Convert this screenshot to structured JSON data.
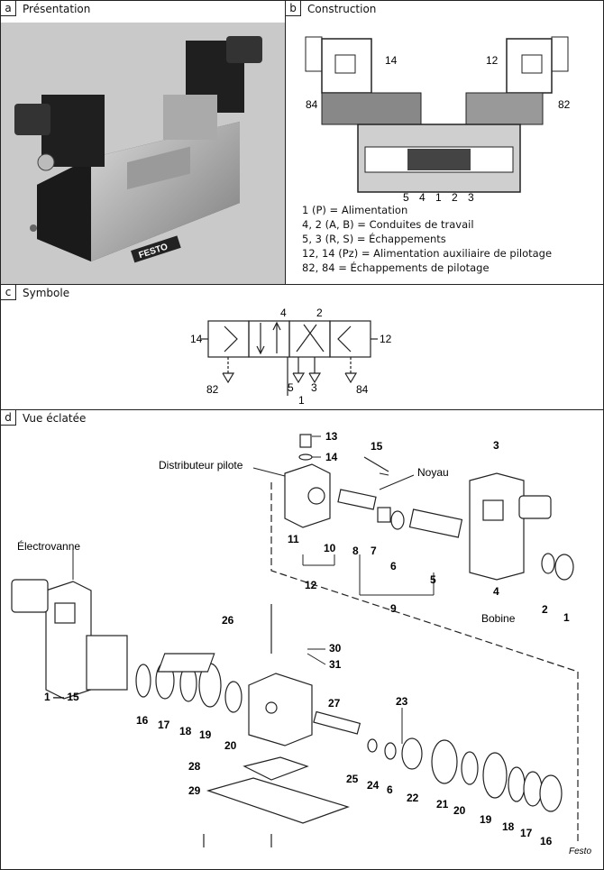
{
  "panels": {
    "a": {
      "tag": "a",
      "title": "Présentation",
      "brand": "FESTO"
    },
    "b": {
      "tag": "b",
      "title": "Construction",
      "port_labels": {
        "p14": "14",
        "p12": "12",
        "p84": "84",
        "p82": "82",
        "bottom": [
          "5",
          "4",
          "1",
          "2",
          "3"
        ]
      },
      "legend": [
        "1 (P) = Alimentation",
        "4, 2 (A, B) = Conduites de travail",
        "5, 3 (R, S) = Échappements",
        "12, 14 (Pz) = Alimentation auxiliaire de pilotage",
        "82, 84 = Échappements de pilotage"
      ]
    },
    "c": {
      "tag": "c",
      "title": "Symbole",
      "labels": {
        "p14": "14",
        "p12": "12",
        "p4": "4",
        "p2": "2",
        "p82": "82",
        "p84": "84",
        "p5": "5",
        "p3": "3",
        "p1": "1"
      }
    },
    "d": {
      "tag": "d",
      "title": "Vue éclatée",
      "callouts": {
        "distributeur_pilote": "Distributeur pilote",
        "noyau": "Noyau",
        "electrovanne": "Électrovanne",
        "bobine": "Bobine",
        "range": "1 — 15"
      },
      "numbers": {
        "n13": "13",
        "n14": "14",
        "n15": "15",
        "n3": "3",
        "n11": "11",
        "n10": "10",
        "n8": "8",
        "n7": "7",
        "n6a": "6",
        "n5": "5",
        "n12": "12",
        "n9": "9",
        "n4": "4",
        "n2": "2",
        "n1": "1",
        "n26": "26",
        "n30": "30",
        "n31": "31",
        "n27": "27",
        "n16a": "16",
        "n17a": "17",
        "n18a": "18",
        "n19a": "19",
        "n20a": "20",
        "n23": "23",
        "n25": "25",
        "n24": "24",
        "n6b": "6",
        "n22": "22",
        "n21": "21",
        "n20b": "20",
        "n19b": "19",
        "n18b": "18",
        "n17b": "17",
        "n16b": "16",
        "n28": "28",
        "n29": "29"
      },
      "credit": "Festo"
    }
  }
}
